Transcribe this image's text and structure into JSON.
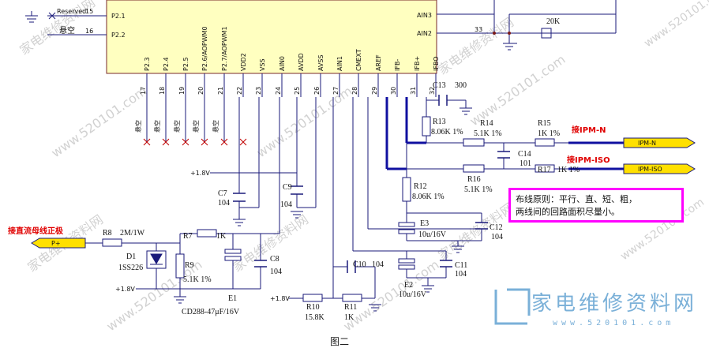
{
  "chip": {
    "left_pins": [
      {
        "name": "P2.1",
        "num": "15",
        "net": "Reserved"
      },
      {
        "name": "P2.2",
        "num": "16",
        "net": "悬空"
      }
    ],
    "right_pins": [
      {
        "name": "AIN3",
        "num": ""
      },
      {
        "name": "AIN2",
        "num": "33"
      }
    ],
    "bottom_pins": [
      {
        "name": "P2.3",
        "num": "17"
      },
      {
        "name": "P2.4",
        "num": "18"
      },
      {
        "name": "P2.5",
        "num": "19"
      },
      {
        "name": "P2.6/AOPWM0",
        "num": "20"
      },
      {
        "name": "P2.7/AOPWM1",
        "num": "21"
      },
      {
        "name": "VDD2",
        "num": "22"
      },
      {
        "name": "VSS",
        "num": "23"
      },
      {
        "name": "AIN0",
        "num": "24"
      },
      {
        "name": "AVDD",
        "num": "25"
      },
      {
        "name": "AVSS",
        "num": "26"
      },
      {
        "name": "AIN1",
        "num": "27"
      },
      {
        "name": "CMEXT",
        "num": "28"
      },
      {
        "name": "AREF",
        "num": "29"
      },
      {
        "name": "IFB-",
        "num": "30"
      },
      {
        "name": "IFB+",
        "num": "31"
      },
      {
        "name": "IFBO",
        "num": "32"
      }
    ],
    "floating_label": "悬空"
  },
  "components": {
    "r_20k": "20K",
    "c13": "C13",
    "c13_val": "300",
    "r13": "R13",
    "r13_val": "8.06K 1%",
    "r14": "R14",
    "r14_val": "5.1K 1%",
    "r15": "R15",
    "r15_val": "1K 1%",
    "c14": "C14",
    "c14_val": "101",
    "r16": "R16",
    "r16_val": "5.1K 1%",
    "r17": "R17",
    "r17_val": "1K 1%",
    "r12": "R12",
    "r12_val": "8.06K 1%",
    "e3": "E3",
    "e3_val": "10u/16V",
    "c12": "C12",
    "c12_val": "104",
    "c7": "C7",
    "c7_val": "104",
    "c9": "C9",
    "c9_val": "104",
    "r8": "R8",
    "r8_val": "2M/1W",
    "r7": "R7",
    "r7_val": "1K",
    "d1": "D1",
    "d1_val": "1SS226",
    "r9": "R9",
    "r9_val": "5.1K 1%",
    "c8": "C8",
    "c8_val": "104",
    "e1": "E1",
    "e1_val": "CD288-47μF/16V",
    "c10": "C10",
    "c10_val": "104",
    "e2": "E2",
    "e2_val": "10u/16V",
    "c11": "C11",
    "c11_val": "104",
    "r10": "R10",
    "r10_val": "15.8K",
    "r11": "R11",
    "r11_val": "1K"
  },
  "nets": {
    "v18": "+1.8V",
    "ipm_n": "IPM-N",
    "ipm_iso": "IPM-ISO",
    "p_plus": "P+"
  },
  "annotations": {
    "to_ipm_n": "接IPM-N",
    "to_ipm_iso": "接IPM-ISO",
    "to_dc_bus": "接直流母线正极",
    "note_line1": "布线原则：平行、直、短、粗，",
    "note_line2": "两线间的回路面积尽量小。",
    "caption": "图二"
  },
  "watermark": {
    "site_name": "家电维修资料网",
    "url": "www.520101.com",
    "logo_cn": "家电维修资料网",
    "logo_url": "www.520101.com"
  },
  "colors": {
    "chip_fill": "#ffffc0",
    "wire": "#1a1a7a",
    "bus": "#1010a0",
    "arrow_fill": "#ffe000",
    "red_label": "#e00000",
    "note_border": "#ff00ff",
    "logo": "#7ab0d8"
  }
}
